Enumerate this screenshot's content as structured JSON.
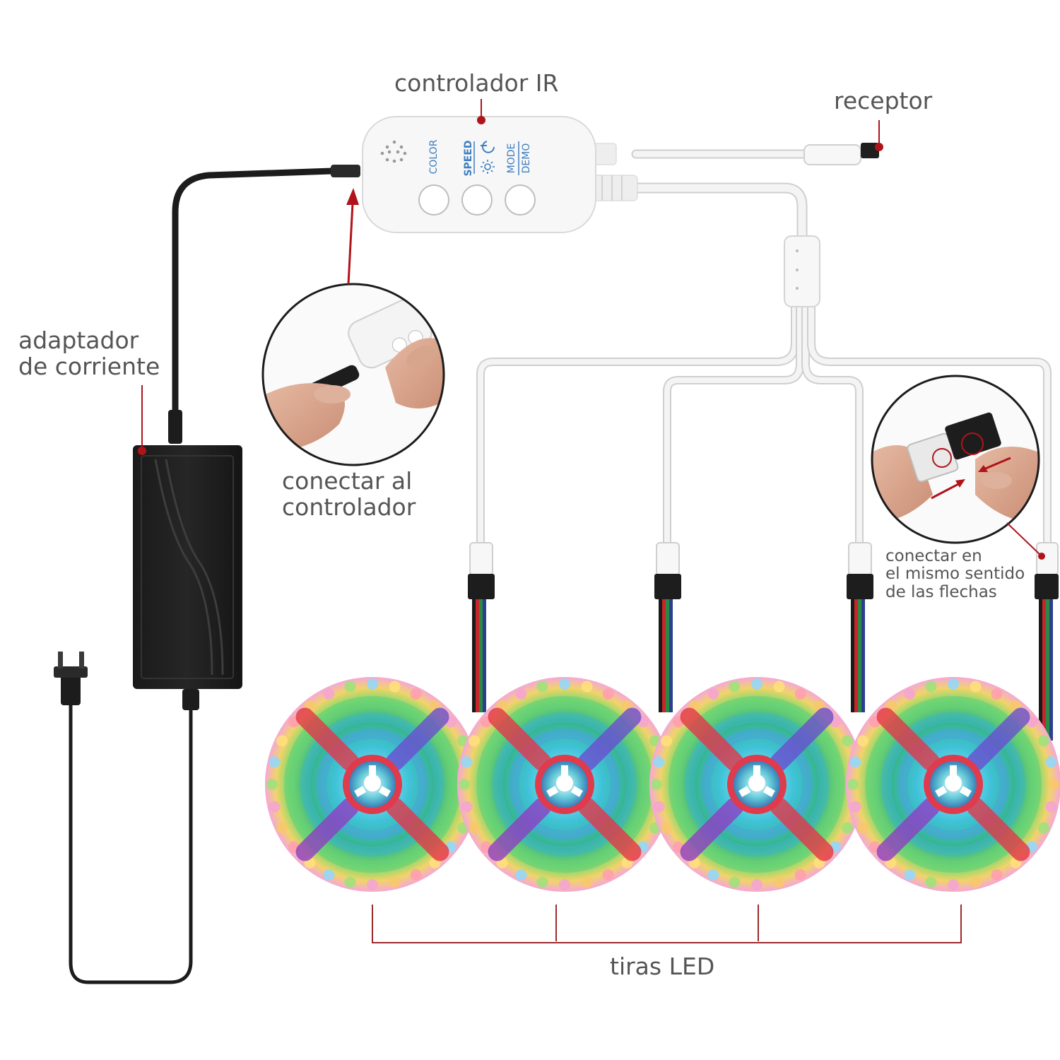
{
  "labels": {
    "ir_controller": "controlador IR",
    "receiver": "receptor",
    "power_adapter": [
      "adaptador",
      "de corriente"
    ],
    "connect_to_controller": [
      "conectar al",
      "controlador"
    ],
    "connect_same_direction": [
      "conectar en",
      "el mismo sentido",
      "de las flechas"
    ],
    "led_strips": "tiras LED"
  },
  "controller": {
    "buttons": [
      "COLOR",
      "SPEED",
      "MODE",
      "DEMO"
    ]
  },
  "colors": {
    "callout_red": "#b0141a",
    "text_gray": "#555555",
    "cable_black": "#1c1c1c",
    "cable_white": "#f4f4f4",
    "cable_outline": "#cfcfcf",
    "controller_body": "#f7f7f7"
  },
  "led_reel_count": 4
}
